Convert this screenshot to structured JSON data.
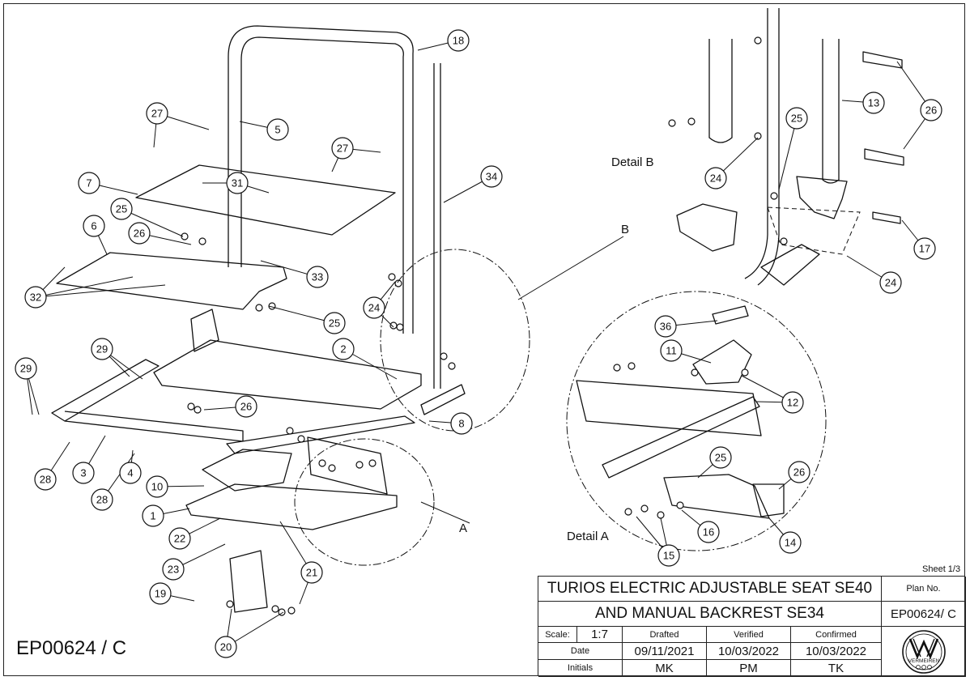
{
  "drawing_number": "EP00624 / C",
  "sheet": "Sheet 1/3",
  "title_line_1": "TURIOS ELECTRIC ADJUSTABLE SEAT SE40",
  "title_line_2": "AND MANUAL BACKREST SE34",
  "plan_no_label": "Plan No.",
  "plan_no_value": "EP00624/ C",
  "scale_label": "Scale:",
  "scale_value": "1:7",
  "drafted_label": "Drafted",
  "verified_label": "Verified",
  "confirmed_label": "Confirmed",
  "date_label": "Date",
  "initials_label": "Initials",
  "drafted_date": "09/11/2021",
  "verified_date": "10/03/2022",
  "confirmed_date": "10/03/2022",
  "drafted_initials": "MK",
  "verified_initials": "PM",
  "confirmed_initials": "TK",
  "logo_text": "VERMEIREN",
  "detail_a_label": "Detail A",
  "detail_b_label": "Detail B",
  "callout_a": "A",
  "callout_b": "B",
  "balloons": [
    "27",
    "5",
    "27",
    "31",
    "7",
    "25",
    "26",
    "6",
    "33",
    "32",
    "18",
    "34",
    "24",
    "25",
    "29",
    "29",
    "2",
    "26",
    "8",
    "3",
    "4",
    "28",
    "28",
    "10",
    "1",
    "22",
    "23",
    "19",
    "20",
    "21",
    "B",
    "13",
    "26",
    "25",
    "24",
    "17",
    "24",
    "36",
    "11",
    "12",
    "25",
    "26",
    "16",
    "15",
    "14"
  ]
}
